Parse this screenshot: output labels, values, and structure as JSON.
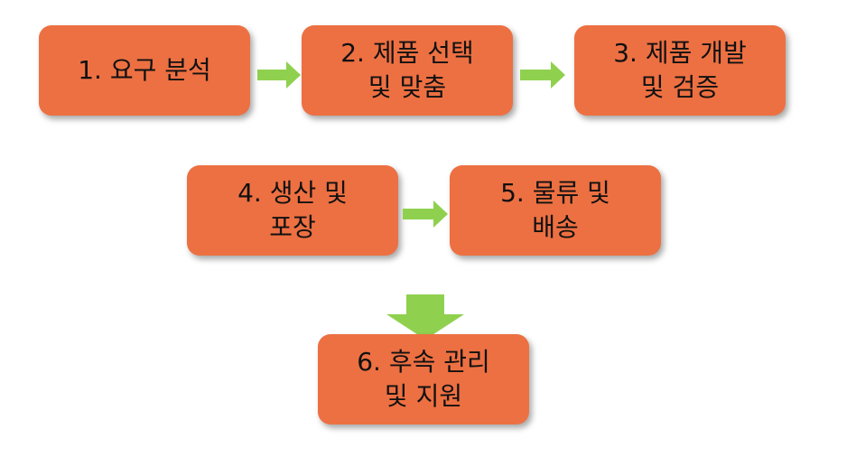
{
  "steps": [
    {
      "id": "1",
      "lines": [
        "1. 요구 분석"
      ]
    },
    {
      "id": "2",
      "lines": [
        "2. 제품 선택",
        "및 맞춤"
      ]
    },
    {
      "id": "3",
      "lines": [
        "3. 제품 개발",
        "및 검증"
      ]
    },
    {
      "id": "4",
      "lines": [
        "4. 생산 및",
        "포장"
      ]
    },
    {
      "id": "5",
      "lines": [
        "5. 물류 및",
        "배송"
      ]
    },
    {
      "id": "6",
      "lines": [
        "6. 후속 관리",
        "및 지원"
      ]
    }
  ],
  "colors": {
    "box_fill": "#ed7042",
    "arrow_fill": "#8fd14f",
    "text": "#111111"
  }
}
